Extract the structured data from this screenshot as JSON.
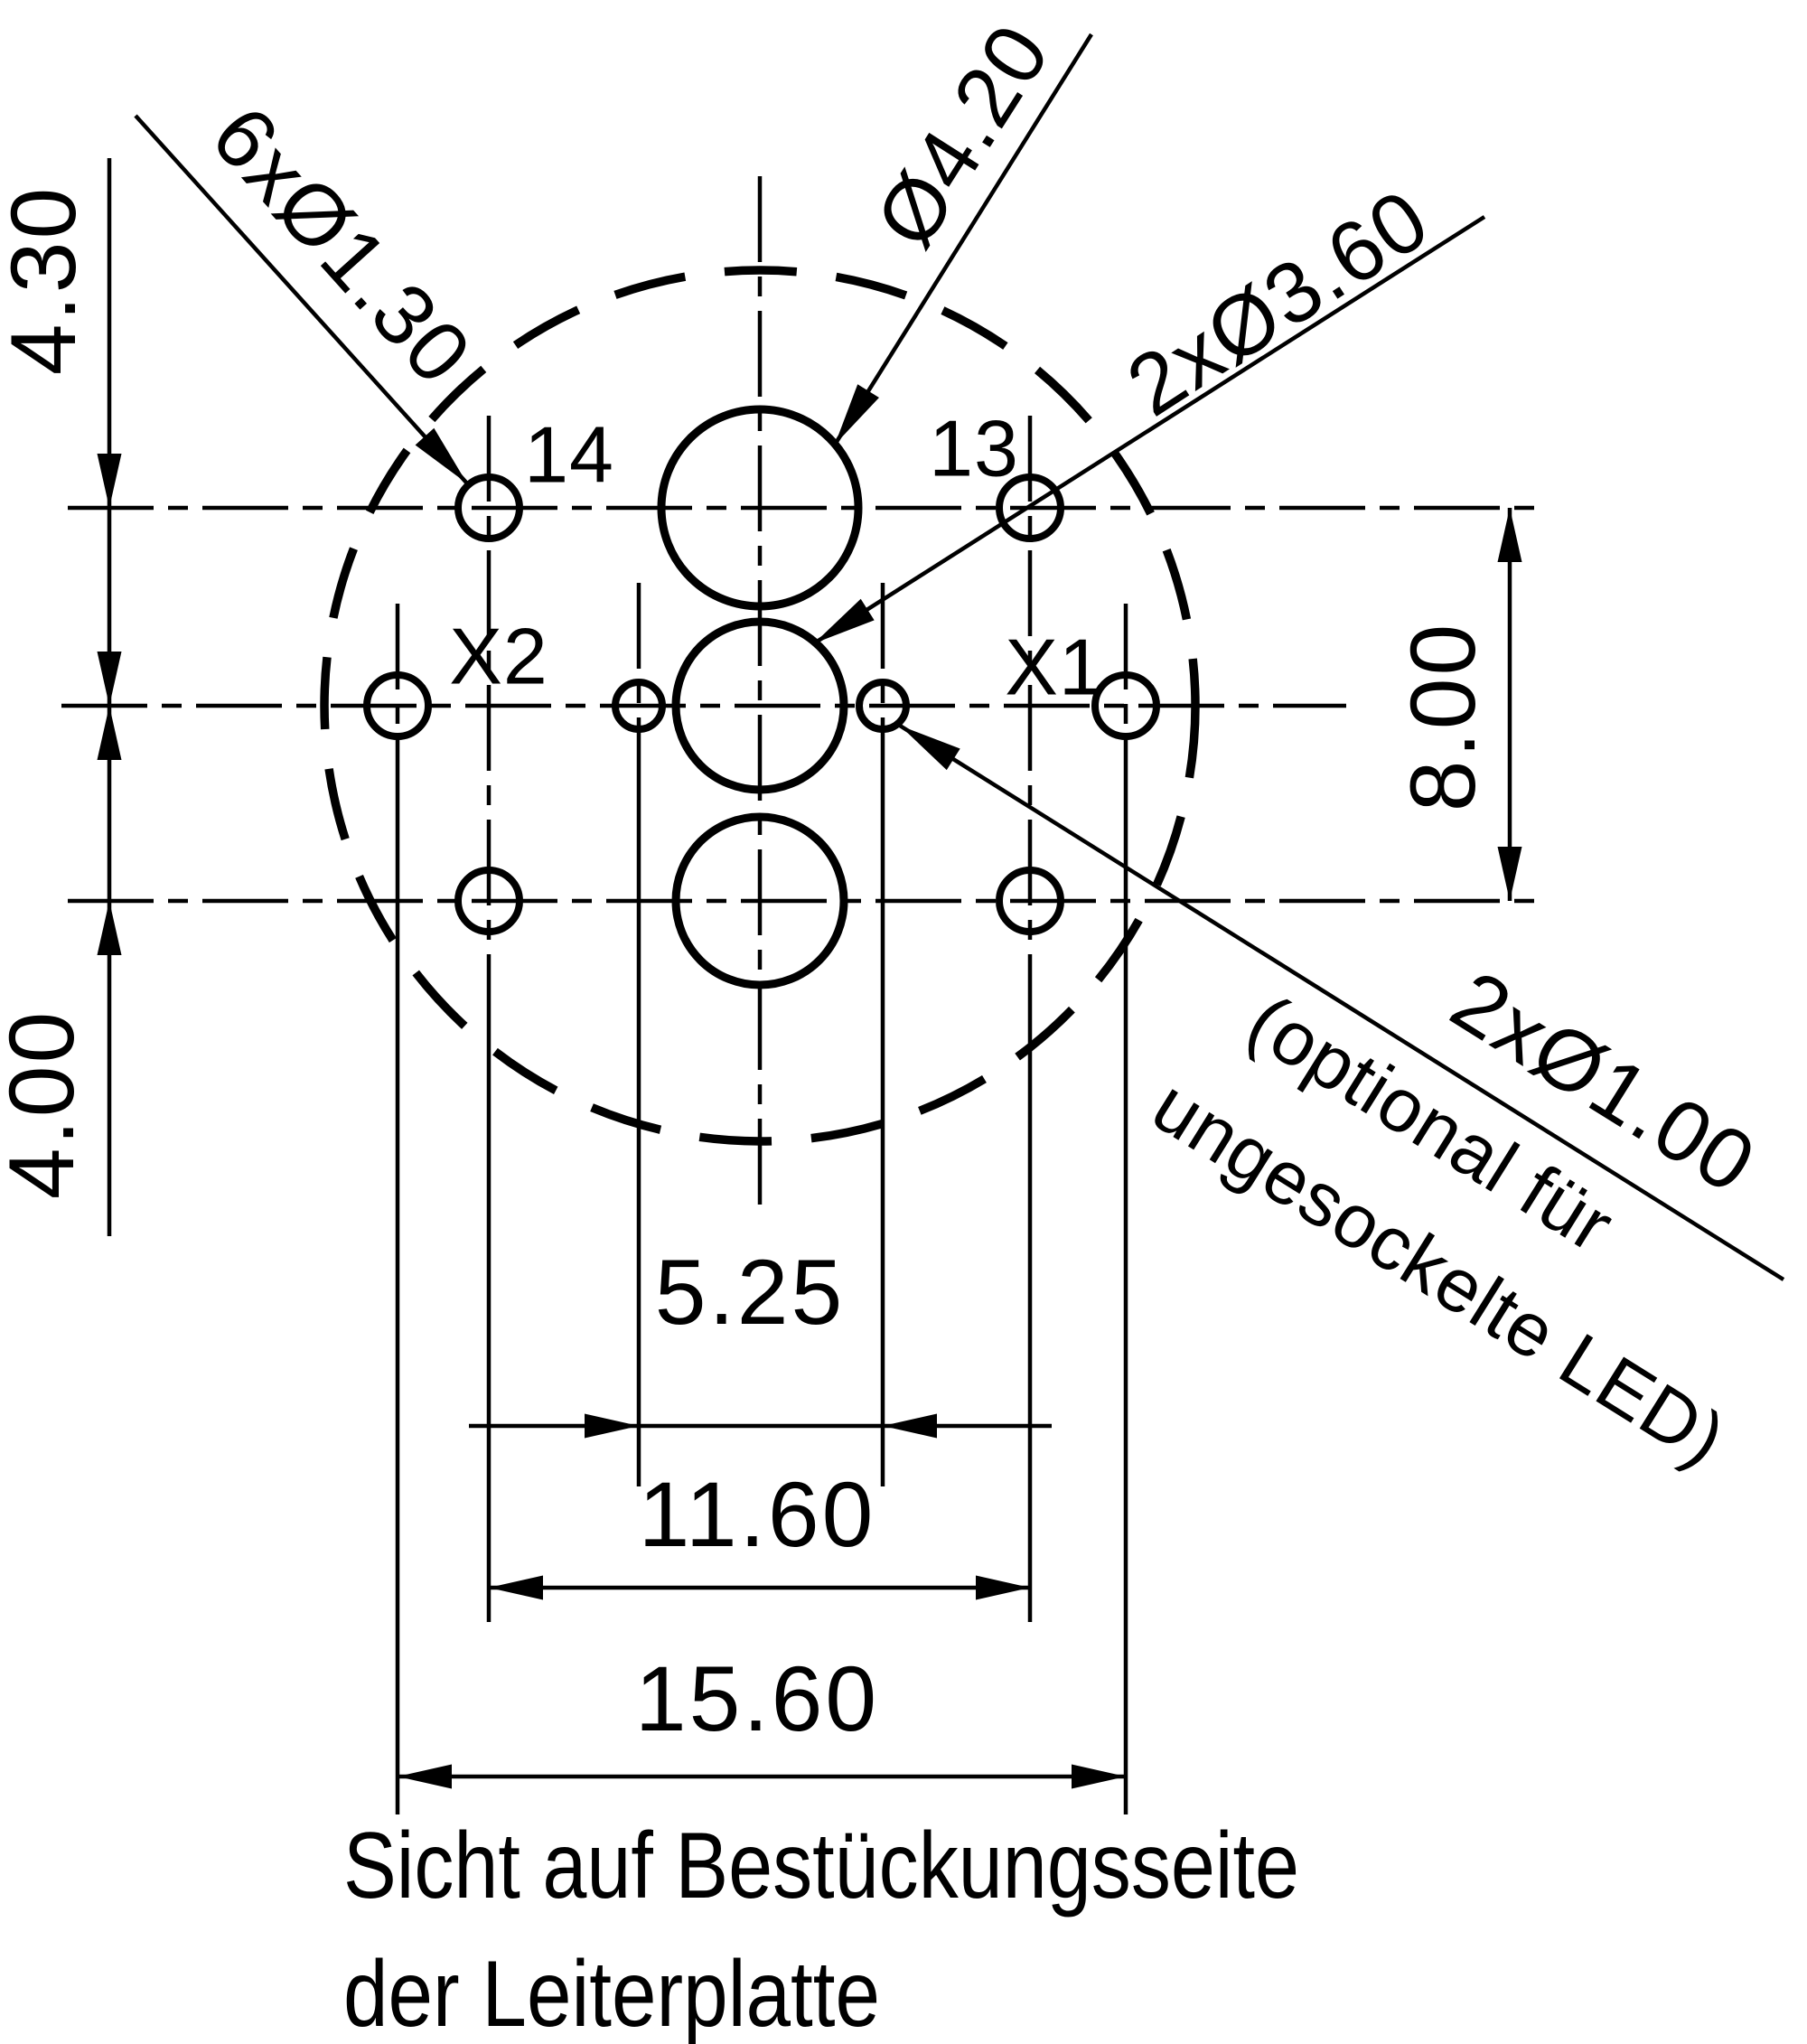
{
  "drawing": {
    "hole_labels": {
      "top_left": "14",
      "top_right": "13",
      "mid_left": "X2",
      "mid_right": "X1"
    },
    "callouts": {
      "small_holes": "6xØ1.30",
      "top_center_hole": "Ø4.20",
      "led_holes": "2xØ3.60",
      "optional_led_holes": "2xØ1.00",
      "optional_note_line1": "(optional für",
      "optional_note_line2": "ungesockelte LED)"
    },
    "dimensions": {
      "top_row_to_center": "4.30",
      "center_to_bottom_row": "4.00",
      "row_span": "8.00",
      "led_hole_pitch": "5.25",
      "inner_hole_pitch": "11.60",
      "outer_hole_pitch": "15.60"
    },
    "caption": {
      "line1": "Sicht auf Bestückungsseite",
      "line2": "der Leiterplatte"
    },
    "colors": {
      "ink": "#000000",
      "background": "#ffffff"
    }
  }
}
